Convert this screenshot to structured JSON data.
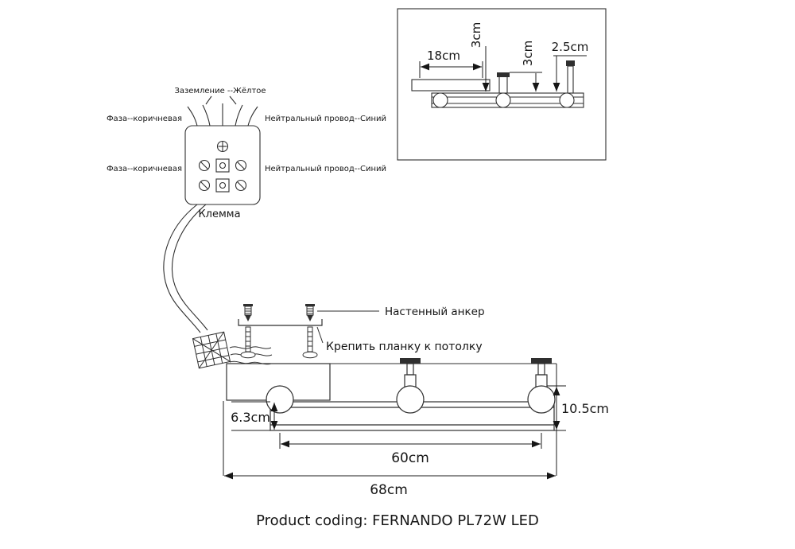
{
  "detail_inset": {
    "plate_width": "18cm",
    "gap_left": "3cm",
    "gap_mid": "3cm",
    "stem_height": "2.5cm"
  },
  "terminal": {
    "ground_label": "Заземление --Жёлтое",
    "phase_label_top": "Фаза--коричневая",
    "neutral_label_top": "Нейтральный провод--Синий",
    "phase_label_bottom": "Фаза--коричневая",
    "neutral_label_bottom": "Нейтральный провод--Синий",
    "name_label": "Клемма"
  },
  "installation": {
    "anchor_label": "Настенный анкер",
    "strip_label": "Крепить планку к потолку"
  },
  "fixture": {
    "bar_height": "6.3cm",
    "total_height": "10.5cm",
    "lamp_spacing": "60cm",
    "total_length": "68cm"
  },
  "footer": {
    "product_code": "Product coding: FERNANDO PL72W LED"
  }
}
